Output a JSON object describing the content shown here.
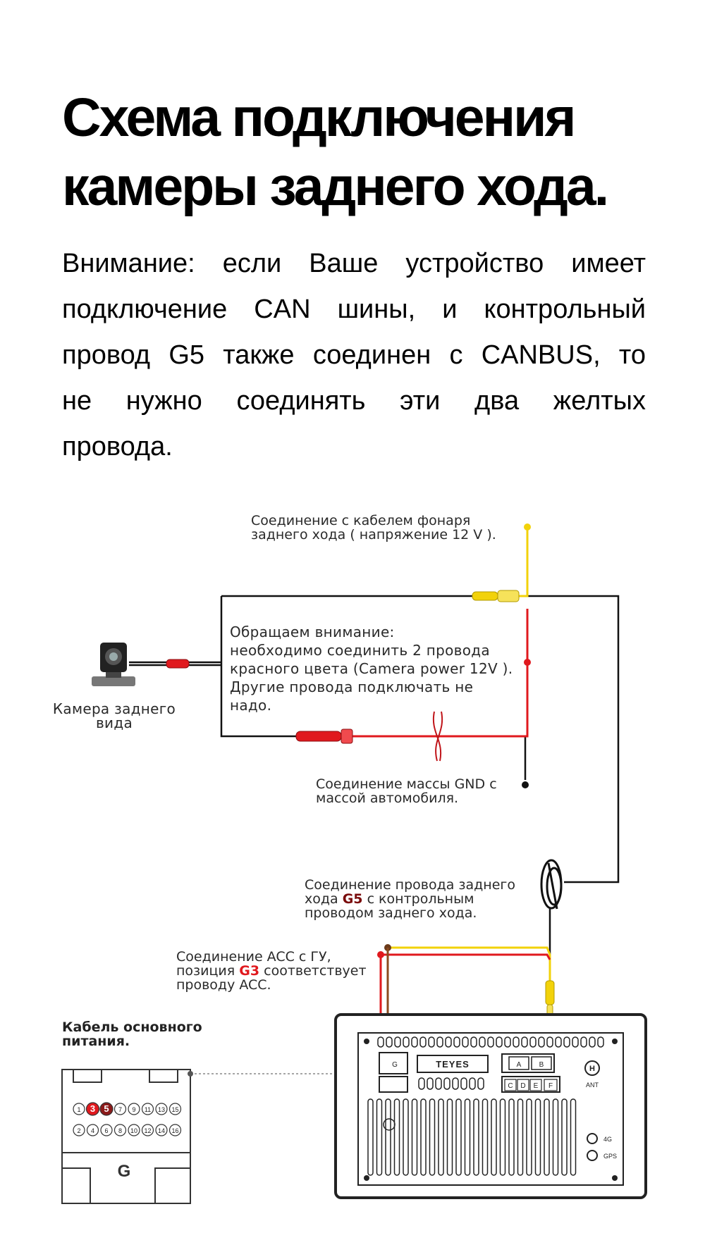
{
  "title": {
    "line1": "Схема подключения",
    "line2": "камеры заднего хода."
  },
  "notice": {
    "lines": [
      "Внимание: если Ваше устройство имеет",
      "подключение CAN шины, и контрольный",
      "провод G5 также соединен с CANBUS, то",
      "не нужно соединять эти два желтых",
      "провода."
    ]
  },
  "labels": {
    "reverse_light": [
      "Соединение с кабелем фонаря",
      "заднего хода ( напряжение 12 V )."
    ],
    "attention": [
      "Обращаем внимание:",
      "необходимо соединить 2 провода",
      "красного цвета (Camera power 12V ).",
      "Другие провода подключать не",
      "надо."
    ],
    "camera": [
      "Камера заднего",
      "вида"
    ],
    "ground": [
      "Соединение массы GND с",
      "массой автомобиля."
    ],
    "reverse_wire": {
      "line1": "Соединение провода заднего",
      "line2_pre": "хода ",
      "line2_code": "G5",
      "line2_post": " с контрольным",
      "line3": "проводом заднего хода."
    },
    "acc": {
      "line1": "Соединение ACC с ГУ,",
      "line2_pre": "позиция ",
      "line2_code": "G3",
      "line2_post": " соответствует",
      "line3": "проводу ACC."
    },
    "power_cable": [
      "Кабель основного",
      "питания."
    ]
  },
  "connector": {
    "letter": "G",
    "top_pins": [
      "1",
      "3",
      "5",
      "7",
      "9",
      "11",
      "13",
      "15"
    ],
    "bottom_pins": [
      "2",
      "4",
      "6",
      "8",
      "10",
      "12",
      "14",
      "16"
    ],
    "highlight_pins": [
      "3",
      "5"
    ]
  },
  "head_unit": {
    "brand": "TEYES",
    "port_a": "A",
    "port_b": "B",
    "port_c": "C",
    "port_d": "D",
    "port_e": "E",
    "port_f": "F",
    "port_g": "G",
    "ant_badge": "H",
    "ant_label": "ANT",
    "label_4g": "4G",
    "label_gps": "GPS"
  },
  "colors": {
    "yellow_wire": "#f2d20a",
    "red_wire": "#e0191e",
    "black_wire": "#111111",
    "g5_code": "#7a0b0b",
    "acc_code": "#e0191e"
  }
}
